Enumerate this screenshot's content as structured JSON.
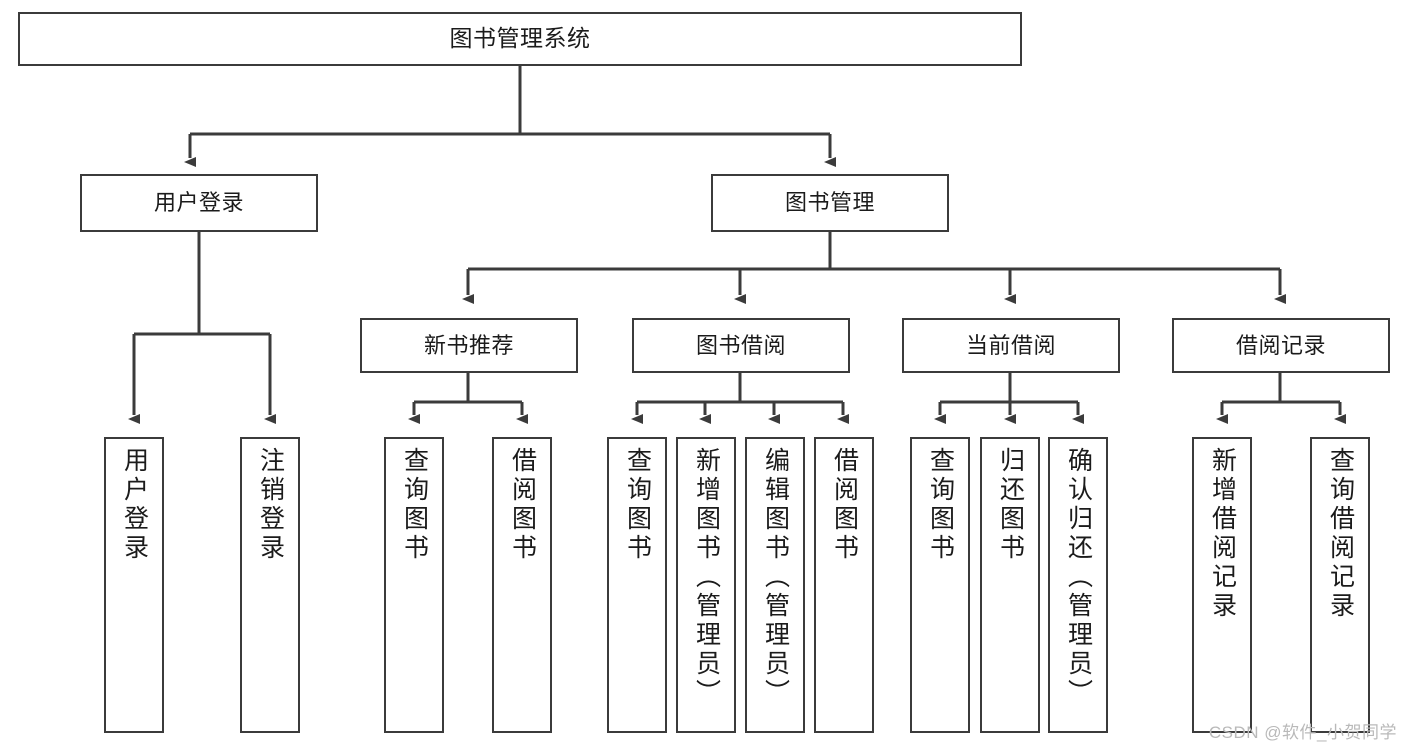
{
  "diagram": {
    "title": "图书管理系统",
    "background_color": "#ffffff",
    "line_color": "#3b3b3b",
    "text_color": "#1b1b1b",
    "root": {
      "label": "图书管理系统"
    },
    "level2": [
      {
        "label": "用户登录"
      },
      {
        "label": "图书管理"
      }
    ],
    "level3": [
      {
        "label": "新书推荐"
      },
      {
        "label": "图书借阅"
      },
      {
        "label": "当前借阅"
      },
      {
        "label": "借阅记录"
      }
    ],
    "leaves": {
      "user_login": [
        {
          "label": "用户登录"
        },
        {
          "label": "注销登录"
        }
      ],
      "new_book_recommend": [
        {
          "label": "查询图书"
        },
        {
          "label": "借阅图书"
        }
      ],
      "book_borrow": [
        {
          "label": "查询图书"
        },
        {
          "label": "新增图书（管理员）"
        },
        {
          "label": "编辑图书（管理员）"
        },
        {
          "label": "借阅图书"
        }
      ],
      "current_borrow": [
        {
          "label": "查询图书"
        },
        {
          "label": "归还图书"
        },
        {
          "label": "确认归还（管理员）"
        }
      ],
      "borrow_record": [
        {
          "label": "新增借阅记录"
        },
        {
          "label": "查询借阅记录"
        }
      ]
    }
  },
  "watermark": {
    "text": "CSDN @软件_小贺同学"
  }
}
